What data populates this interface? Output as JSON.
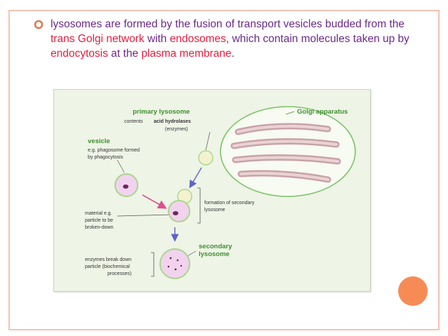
{
  "bullet": {
    "seg1": "lysosomes are formed by the fusion of transport vesicles budded from the ",
    "hl1": "trans Golgi network",
    "seg2": " with ",
    "hl2": "endosomes",
    "seg3": ", which contain molecules taken up by ",
    "hl3": "endocytosis",
    "seg4": " at the ",
    "hl4": "plasma membrane",
    "seg5": "."
  },
  "figure": {
    "primary_lysosome": "primary lysosome",
    "contents_label": "contents",
    "acid_hydrolases": "acid hydrolases",
    "enzymes": "(enzymes)",
    "golgi_apparatus": "Golgi apparatus",
    "vesicle_title": "vesicle",
    "vesicle_line1": "e.g. phagosome formed",
    "vesicle_line2": "by phagocytosis",
    "material_line1": "material e.g.",
    "material_line2": "particle to be",
    "material_line3": "broken-down",
    "formation_line1": "formation of secondary",
    "formation_line2": "lysosome",
    "secondary_line1": "secondary",
    "secondary_line2": "lysosome",
    "break_line1": "enzymes break down",
    "break_line2": "particle (biochemical",
    "break_line3": "processes)"
  },
  "colors": {
    "text_purple": "#6a2a86",
    "highlight_red": "#e2203f",
    "label_green": "#3f8f2f",
    "accent_orange": "#f78b55",
    "border_peach": "#f3c3b3"
  },
  "icons": {
    "bullet": "ring-bullet-icon"
  }
}
